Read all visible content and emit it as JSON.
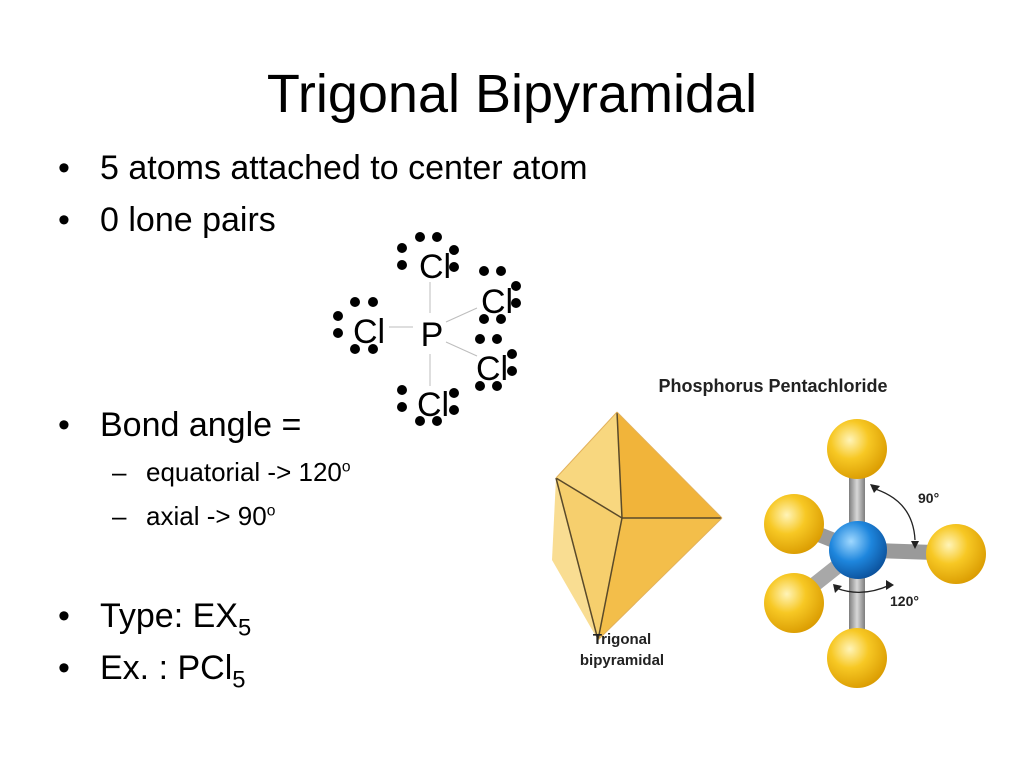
{
  "slide": {
    "title": "Trigonal Bipyramidal",
    "bullets": {
      "atoms": "5 atoms attached to center atom",
      "lone_pairs": "0 lone pairs",
      "bond_angle": "Bond angle =",
      "type_prefix": "Type: EX",
      "type_subscript": "5",
      "ex_prefix": "Ex. : PCl",
      "ex_subscript": "5"
    },
    "sub_bullets": {
      "equatorial": "equatorial -> 120",
      "equatorial_sup": "o",
      "axial": "axial -> 90",
      "axial_sup": "o"
    },
    "bullet_glyph": "•",
    "dash_glyph": "–"
  },
  "lewis": {
    "center": "P",
    "ligand": "Cl"
  },
  "figure": {
    "title": "Phosphorus Pentachloride",
    "shape_label_1": "Trigonal",
    "shape_label_2": "bipyramidal",
    "angle_axial": "90°",
    "angle_equatorial": "120°",
    "colors": {
      "chlorine": "#f2c01e",
      "phosphorus": "#1e7fd6",
      "bond": "#9a9a9a",
      "polyhedron": "#f6c451"
    }
  }
}
